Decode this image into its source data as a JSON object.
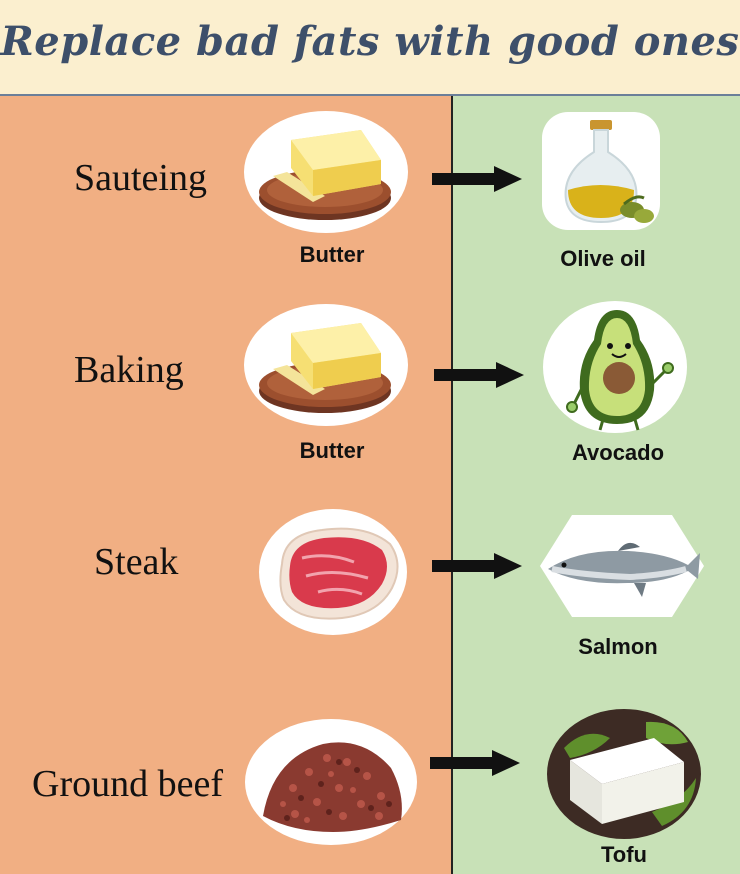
{
  "title": "Replace bad fats with good ones",
  "rows": [
    {
      "use": "Sauteing",
      "bad": "Butter",
      "good": "Olive oil"
    },
    {
      "use": "Baking",
      "bad": "Butter",
      "good": "Avocado"
    },
    {
      "use": "Steak",
      "bad": "",
      "good": "Salmon"
    },
    {
      "use": "Ground beef",
      "bad": "",
      "good": "Tofu"
    }
  ],
  "colors": {
    "header_bg": "#fbefcf",
    "title": "#3d4f6a",
    "left_bg": "#f1af83",
    "right_bg": "#c8e1b7"
  }
}
